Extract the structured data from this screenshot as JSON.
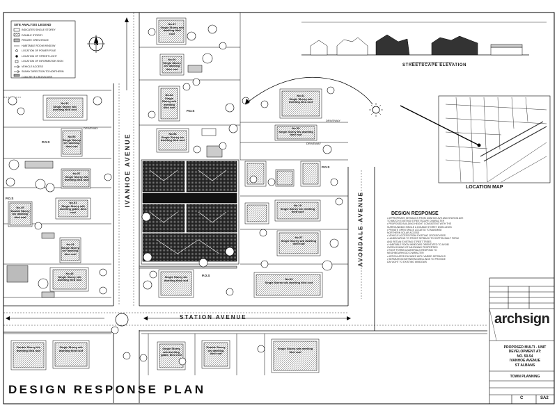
{
  "drawing_title": "DESIGN RESPONSE PLAN",
  "location_map_label": "LOCATION MAP",
  "streetscape_label": "STREETSCAPE ELEVATION",
  "streets": {
    "ivanhoe": "IVANHOE AVENUE",
    "avondale": "AVONDALE AVENUE",
    "station": "STATION AVENUE"
  },
  "legend": {
    "title": "SITE ANALYSIS LEGEND",
    "items": [
      "INDICATES SINGLE STOREY",
      "DOUBLE STOREY",
      "PRIVATE OPEN SPACE",
      "HABITABLE ROOM WINDOW",
      "LOCATION OF POWER POLE",
      "LOCATION OF STREET LIGHT",
      "LOCATION OF INFORMATION SIGN",
      "VEHICLE ACCESS",
      "SUNNY DIRECTION TO NORTHERN",
      "CONCRETE CROSSOVER"
    ]
  },
  "buildings": {
    "single_storey_weatherboard": "Single Storey w/b dwelling tiled roof",
    "single_storey_brick": "Single Storey b/v dwelling tiled roof",
    "double_storey": "Double Storey b/v dwelling tiled roof",
    "single_storey_gable": "Single Storey w/b dwelling gable, tiled roof"
  },
  "lot_labels": [
    "No.53",
    "No.55",
    "No.57",
    "No.49",
    "No.51",
    "No.43",
    "No.45",
    "No.47",
    "No.60",
    "No.62",
    "No.58",
    "No.41",
    "No.39",
    "No.19",
    "No.37",
    "No.64"
  ],
  "pos_label": "P.O.S",
  "driveway_label": "DRIVEWAY",
  "design_response": {
    "title": "DESIGN RESPONSE",
    "lines": [
      "• APPROPRIATE SETBACKS FROM IVANHOE AVE AND STATION AVE",
      "  TO MATCH EXISTING STREETSCAPE CHARACTER",
      "• PROPOSED BUILDING HEIGHT CONSISTENT WITH THE",
      "  SURROUNDING SINGLE & DOUBLE STOREY DWELLINGS",
      "• PRIVATE OPEN SPACE LOCATED TO MAXIMISE",
      "  NORTHERN SOLAR ACCESS",
      "• VEHICLE ACCESS FROM EXISTING CROSSOVERS",
      "• LANDSCAPING TO FRONT SETBACK TO SOFTEN BUILT FORM",
      "  AND RETAIN EXISTING STREET TREES",
      "• HABITABLE ROOM WINDOWS ORIENTATED TO AVOID",
      "  OVERLOOKING OF ADJOINING PROPERTIES",
      "• ROOF FORMS & MATERIALS RESPOND TO",
      "  NEIGHBOURHOOD CHARACTER",
      "• ARTICULATED FACADES WITH VARIED SETBACKS",
      "• SEPARATION BETWEEN DWELLINGS TO PROVIDE",
      "  DAYLIGHT TO EXISTING WINDOWS"
    ]
  },
  "title_block": {
    "firm": "archsign",
    "project_lines": [
      "PROPOSED MULTI - UNIT",
      "DEVELOPMENT AT:",
      "NO. 50-54",
      "IVANHOE AVENUE",
      "ST ALBANS"
    ],
    "stage": "TOWN PLANNING",
    "drawing_no": "SA2",
    "revision": "C"
  },
  "north_label": "N"
}
